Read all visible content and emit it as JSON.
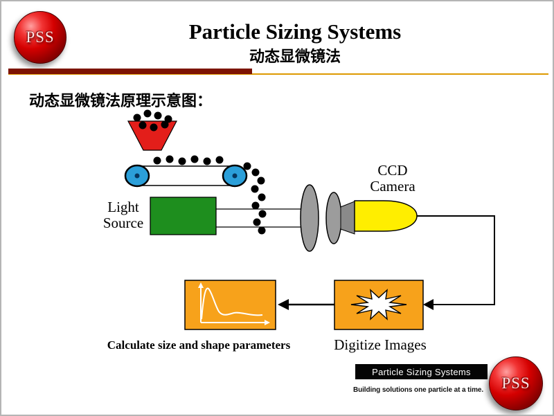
{
  "slide": {
    "title": "Particle Sizing Systems",
    "subtitle": "动态显微镜法",
    "heading": "动态显微镜法原理示意图："
  },
  "logos": {
    "top_text": "PSS",
    "bottom_text": "PSS"
  },
  "diagram": {
    "labels": {
      "light_source": "Light Source",
      "ccd_camera": "CCD Camera",
      "calculate": "Calculate size and shape parameters",
      "digitize": "Digitize Images"
    }
  },
  "footer": {
    "brand": "Particle Sizing Systems",
    "tagline": "Building solutions one particle at a time."
  },
  "colors": {
    "hopper_red": "#e31e1a",
    "roller_blue": "#2b9fd9",
    "light_source_green": "#1e8e1e",
    "lens_gray": "#9c9c9c",
    "camera_yellow": "#ffee00",
    "process_orange": "#f7a21b",
    "divider_maroon": "#7d1403",
    "divider_orange": "#dd9900",
    "logo_red": "#d40000",
    "brand_bar_black": "#050505"
  }
}
